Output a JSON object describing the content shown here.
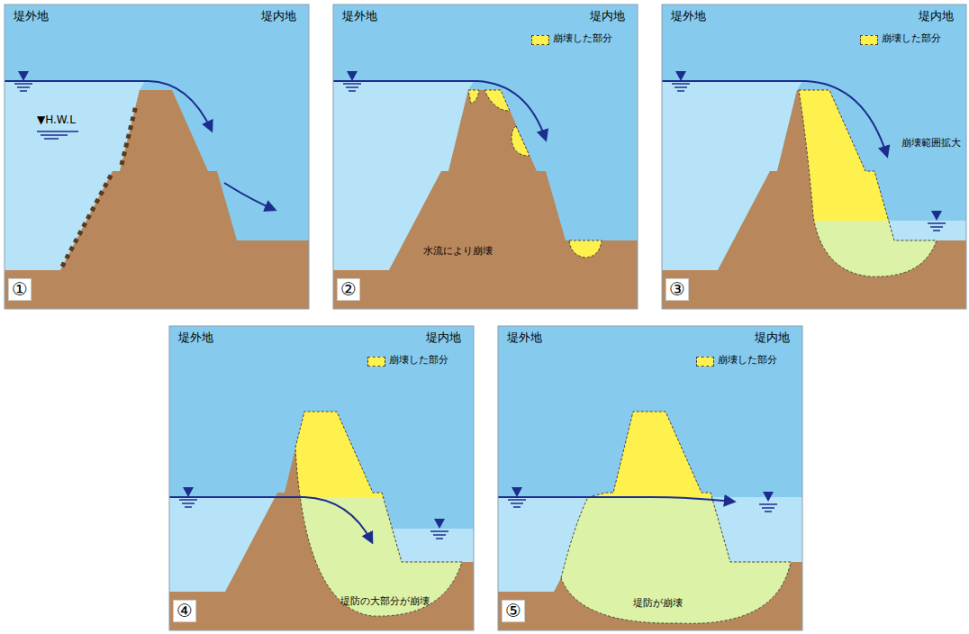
{
  "diagram": {
    "labels": [
      "堤外地",
      "堤内地",
      "▼H.W.L",
      "①",
      "堤外地",
      "堤内地",
      "水流により崩壊",
      "②",
      "堤外地",
      "堤内地",
      "崩壊範囲拡大",
      "③",
      "堤外地",
      "堤内地",
      "堤防の大部分が崩壊",
      "④",
      "堤外地",
      "堤内地",
      "堤防が崩壊",
      "⑤"
    ],
    "legend": [
      {
        "text": "崩壊した部分",
        "color": "#fff14d"
      },
      {
        "text": "崩壊した部分",
        "color": "#fff14d"
      },
      {
        "text": "崩壊した部分",
        "color": "#fff14d"
      },
      {
        "text": "崩壊した部分",
        "color": "#fff14d"
      }
    ]
  }
}
